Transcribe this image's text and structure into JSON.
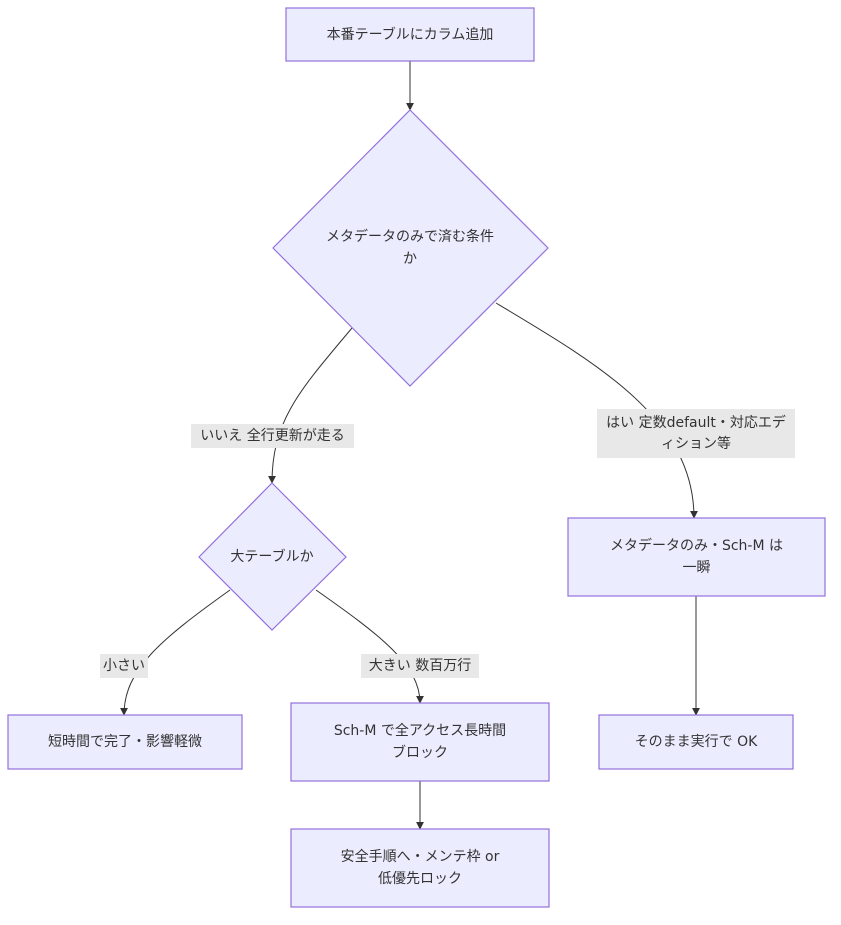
{
  "colors": {
    "node_fill": "#ECECFF",
    "node_stroke": "#9370DB",
    "edge": "#333333",
    "edge_label_bg": "#e8e8e8",
    "text": "#333333"
  },
  "nodes": {
    "start": "本番テーブルにカラム追加",
    "meta_check": "メタデータのみで済む条件\nか",
    "big_table_check": "大テーブルか",
    "meta_only": "メタデータのみ・Sch-M は\n一瞬",
    "small_impact": "短時間で完了・影響軽微",
    "sch_m_block": "Sch-M で全アクセス長時間\nブロック",
    "run_ok": "そのまま実行で OK",
    "safe_procedure": "安全手順へ・メンテ枠 or\n低優先ロック"
  },
  "edges": {
    "no_full_update": "いいえ 全行更新が走る",
    "yes_conditions": "はい 定数default・対応エデ\nィション等",
    "small": "小さい",
    "large": "大きい 数百万行"
  }
}
